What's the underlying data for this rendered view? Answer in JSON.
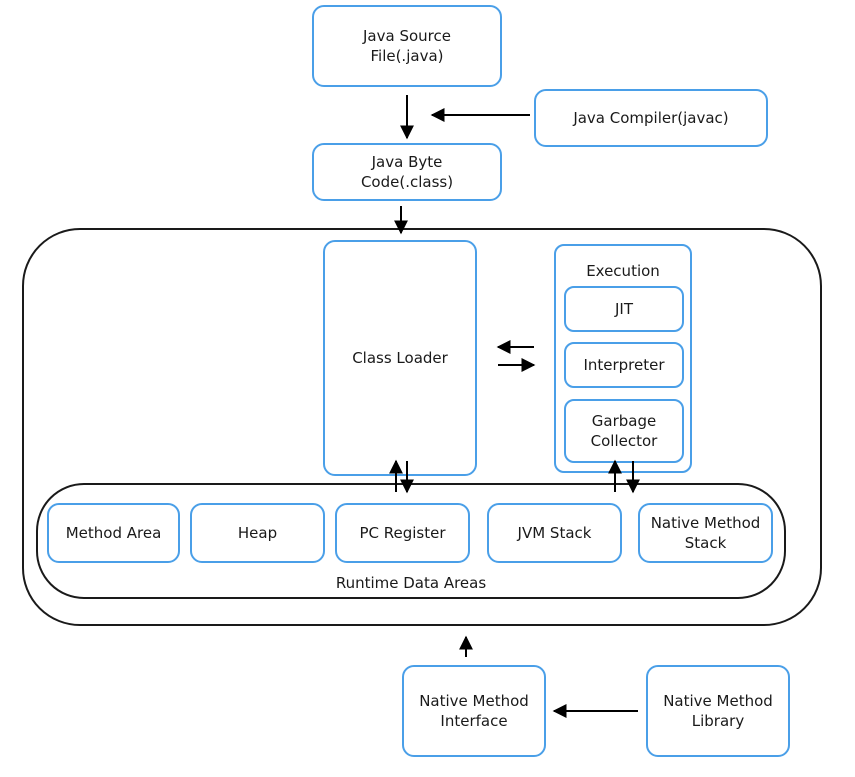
{
  "nodes": {
    "java_source": "Java Source\nFile(.java)",
    "java_compiler": "Java Compiler(javac)",
    "java_byte_code": "Java Byte\nCode(.class)",
    "class_loader": "Class Loader",
    "execution": "Execution",
    "jit": "JIT",
    "interpreter": "Interpreter",
    "garbage_collector": "Garbage\nCollector",
    "runtime_data_areas": "Runtime Data Areas",
    "method_area": "Method Area",
    "heap": "Heap",
    "pc_register": "PC Register",
    "jvm_stack": "JVM Stack",
    "native_method_stack": "Native Method\nStack",
    "native_method_interface": "Native Method\nInterface",
    "native_method_library": "Native Method\nLibrary"
  },
  "colors": {
    "box_border": "#4a9fe8",
    "container_border": "#1a1a1a",
    "arrow": "#000000"
  }
}
